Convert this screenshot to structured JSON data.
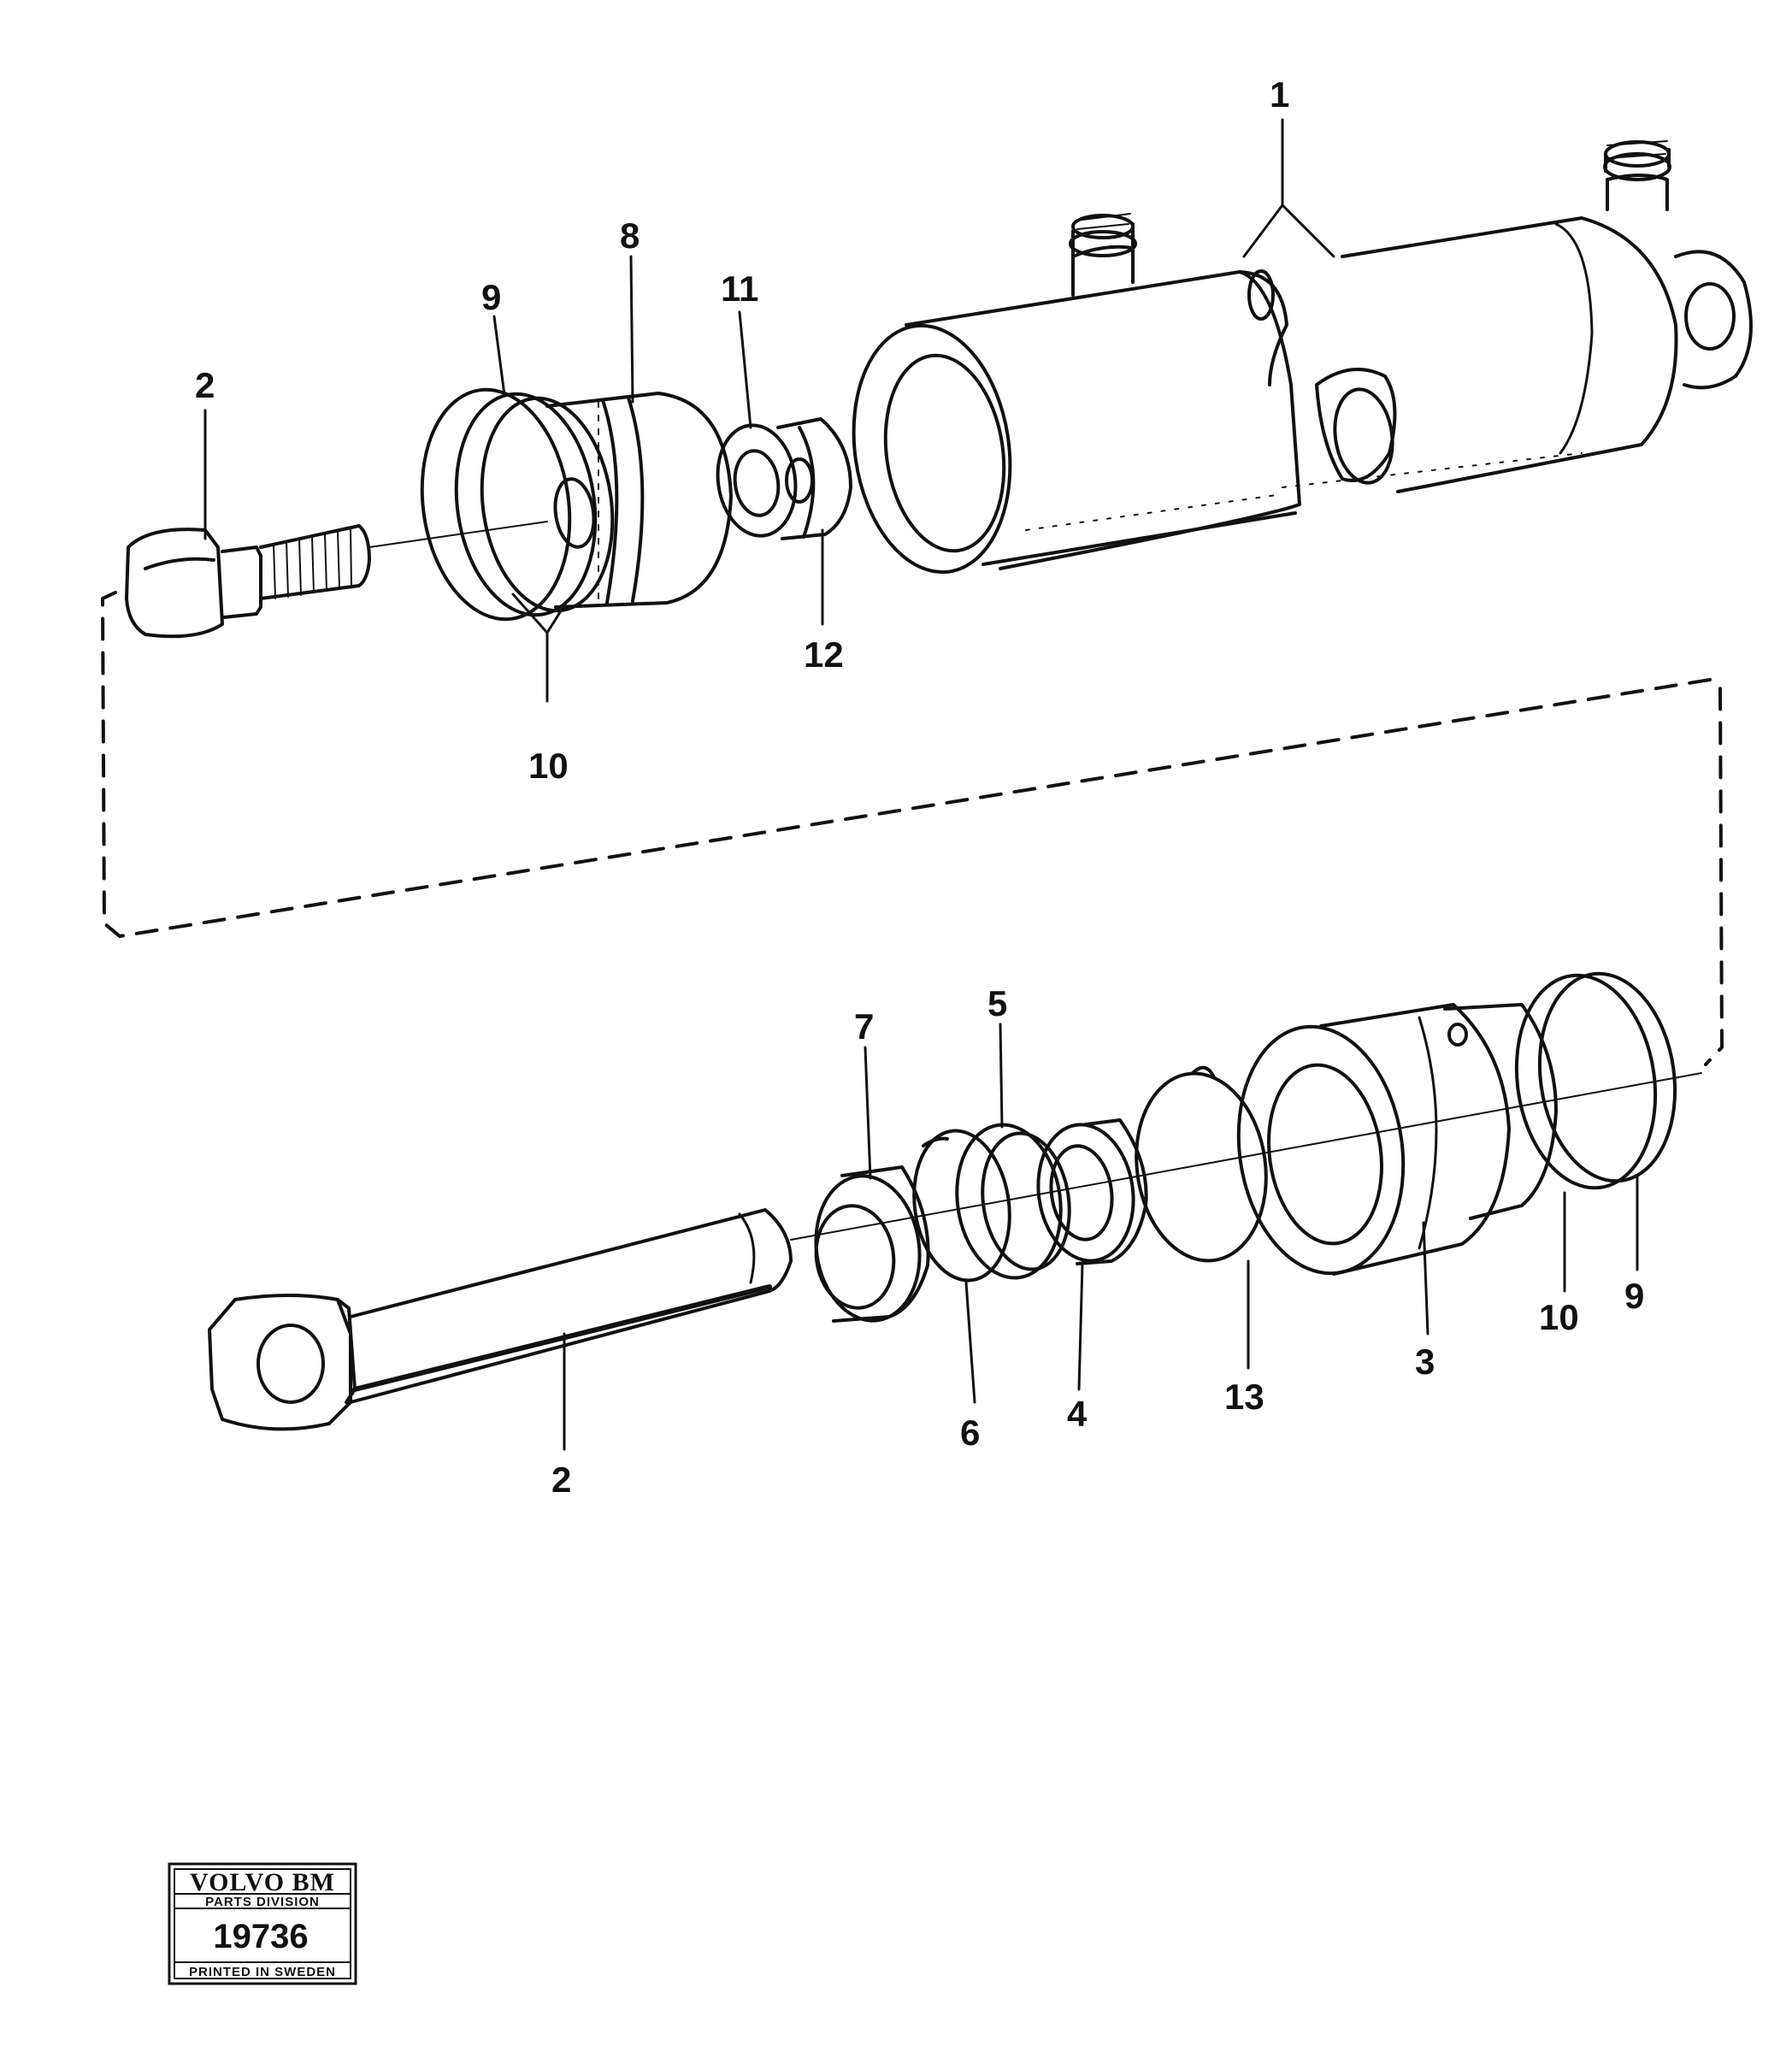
{
  "diagram": {
    "part_labels": {
      "p1": "1",
      "p2_top": "2",
      "p8": "8",
      "p9_top": "9",
      "p10_top": "10",
      "p11": "11",
      "p12": "12",
      "p7": "7",
      "p5": "5",
      "p6": "6",
      "p4": "4",
      "p13": "13",
      "p3": "3",
      "p10_bottom": "10",
      "p9_bottom": "9",
      "p2_bottom": "2"
    }
  },
  "plate": {
    "brand": "VOLVO BM",
    "division": "PARTS DIVISION",
    "number": "19736",
    "printed": "PRINTED IN SWEDEN"
  }
}
